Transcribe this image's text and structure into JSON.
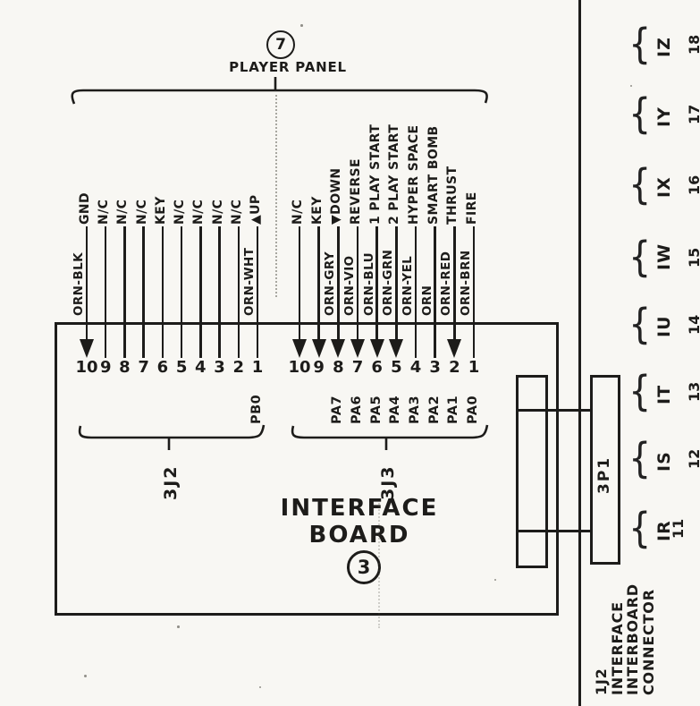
{
  "colors": {
    "ink": "#1d1c1a",
    "paper": "#f8f7f3"
  },
  "player_panel": {
    "number": "7",
    "label": "PLAYER PANEL"
  },
  "connector_3j2": {
    "name": "3J2",
    "port_label": "PB0",
    "pins": [
      {
        "pin": "10",
        "signal": "GND",
        "wire": "ORN-BLK",
        "arrow": true
      },
      {
        "pin": "9",
        "signal": "N/C"
      },
      {
        "pin": "8",
        "signal": "N/C"
      },
      {
        "pin": "7",
        "signal": "N/C"
      },
      {
        "pin": "6",
        "signal": "KEY"
      },
      {
        "pin": "5",
        "signal": "N/C"
      },
      {
        "pin": "4",
        "signal": "N/C"
      },
      {
        "pin": "3",
        "signal": "N/C"
      },
      {
        "pin": "2",
        "signal": "N/C"
      },
      {
        "pin": "1",
        "signal": "▲UP",
        "wire": "ORN-WHT"
      }
    ]
  },
  "connector_3j3": {
    "name": "3J3",
    "pins": [
      {
        "pin": "10",
        "signal": "N/C",
        "arrow": true
      },
      {
        "pin": "9",
        "signal": "KEY",
        "arrow": true
      },
      {
        "pin": "8",
        "signal": "▼DOWN",
        "wire": "ORN-GRY",
        "port": "PA7",
        "arrow": true
      },
      {
        "pin": "7",
        "signal": "REVERSE",
        "wire": "ORN-VIO",
        "port": "PA6",
        "arrow": true
      },
      {
        "pin": "6",
        "signal": "1 PLAY START",
        "wire": "ORN-BLU",
        "port": "PA5",
        "arrow": true
      },
      {
        "pin": "5",
        "signal": "2 PLAY START",
        "wire": "ORN-GRN",
        "port": "PA4",
        "arrow": true
      },
      {
        "pin": "4",
        "signal": "HYPER SPACE",
        "wire": "ORN-YEL",
        "port": "PA3"
      },
      {
        "pin": "3",
        "signal": "SMART BOMB",
        "wire": "ORN",
        "port": "PA2"
      },
      {
        "pin": "2",
        "signal": "THRUST",
        "wire": "ORN-RED",
        "port": "PA1",
        "arrow": true
      },
      {
        "pin": "1",
        "signal": "FIRE",
        "wire": "ORN-BRN",
        "port": "PA0"
      }
    ]
  },
  "board": {
    "line1": "INTERFACE",
    "line2": "BOARD",
    "number": "3"
  },
  "edge_connector": {
    "label": "3P1"
  },
  "interboard_pins": [
    {
      "label": "IZ",
      "number": "18"
    },
    {
      "label": "IY",
      "number": "17"
    },
    {
      "label": "IX",
      "number": "16"
    },
    {
      "label": "IW",
      "number": "15"
    },
    {
      "label": "IU",
      "number": "14"
    },
    {
      "label": "IT",
      "number": "13"
    },
    {
      "label": "IS",
      "number": "12"
    },
    {
      "label": "IR",
      "number": "11"
    }
  ],
  "interboard_connector": {
    "lines": [
      "1J2",
      "INTERFACE",
      "INTERBOARD",
      "CONNECTOR"
    ]
  }
}
